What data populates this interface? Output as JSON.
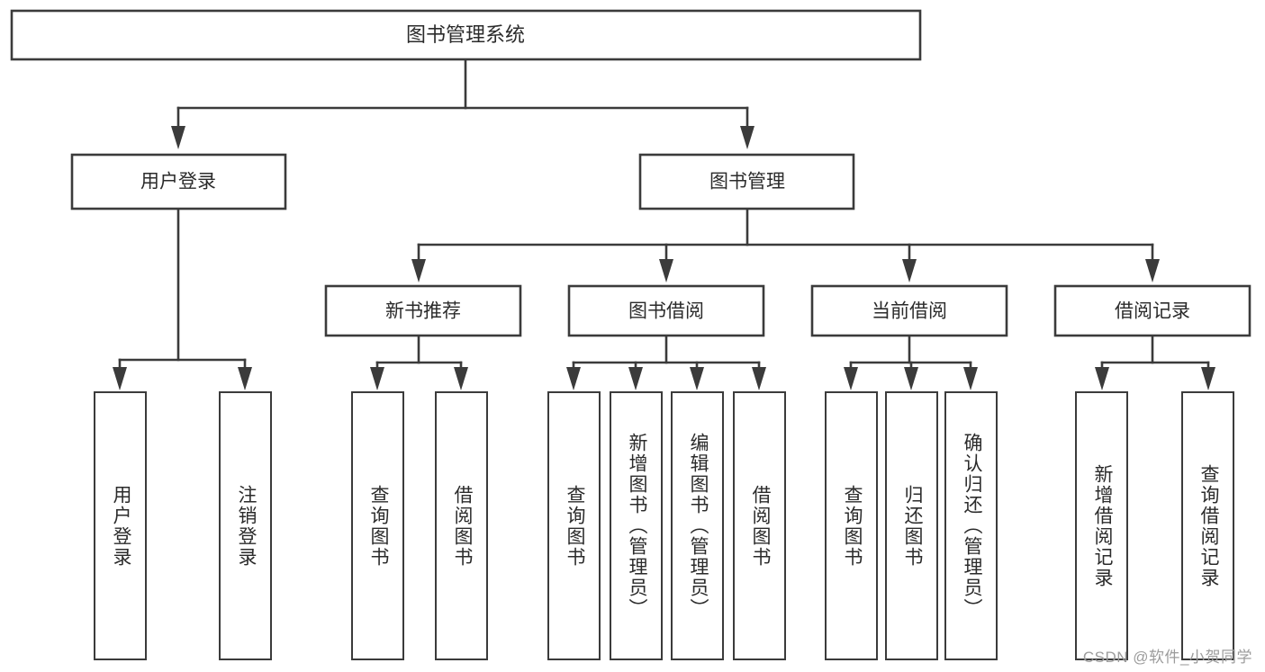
{
  "diagram": {
    "title": "图书管理系统",
    "watermark": "CSDN @软件_小贺同学",
    "type": "tree-hierarchy",
    "orientation": "top-down",
    "colors": {
      "box_stroke": "#3b3b3b",
      "box_fill": "#ffffff",
      "text": "#2b2b2b",
      "connector": "#3b3b3b",
      "watermark": "#9c9c9c",
      "background": "#ffffff"
    },
    "root": {
      "id": "root",
      "label": "图书管理系统"
    },
    "level2": [
      {
        "id": "user-login",
        "label": "用户登录"
      },
      {
        "id": "book-manage",
        "label": "图书管理"
      }
    ],
    "level3": [
      {
        "id": "new-book-recommend",
        "label": "新书推荐",
        "parent": "book-manage"
      },
      {
        "id": "book-borrow",
        "label": "图书借阅",
        "parent": "book-manage"
      },
      {
        "id": "current-borrow",
        "label": "当前借阅",
        "parent": "book-manage"
      },
      {
        "id": "borrow-record",
        "label": "借阅记录",
        "parent": "book-manage"
      }
    ],
    "leaves": [
      {
        "id": "leaf-user-login",
        "label": "用户登录",
        "parent": "user-login"
      },
      {
        "id": "leaf-user-logout",
        "label": "注销登录",
        "parent": "user-login"
      },
      {
        "id": "leaf-query-book-1",
        "label": "查询图书",
        "parent": "new-book-recommend"
      },
      {
        "id": "leaf-borrow-book-1",
        "label": "借阅图书",
        "parent": "new-book-recommend"
      },
      {
        "id": "leaf-query-book-2",
        "label": "查询图书",
        "parent": "book-borrow"
      },
      {
        "id": "leaf-add-book",
        "label": "新增图书（管理员）",
        "parent": "book-borrow"
      },
      {
        "id": "leaf-edit-book",
        "label": "编辑图书（管理员）",
        "parent": "book-borrow"
      },
      {
        "id": "leaf-borrow-book-2",
        "label": "借阅图书",
        "parent": "book-borrow"
      },
      {
        "id": "leaf-query-book-3",
        "label": "查询图书",
        "parent": "current-borrow"
      },
      {
        "id": "leaf-return-book",
        "label": "归还图书",
        "parent": "current-borrow"
      },
      {
        "id": "leaf-confirm-return",
        "label": "确认归还（管理员）",
        "parent": "current-borrow"
      },
      {
        "id": "leaf-add-record",
        "label": "新增借阅记录",
        "parent": "borrow-record"
      },
      {
        "id": "leaf-query-record",
        "label": "查询借阅记录",
        "parent": "borrow-record"
      }
    ]
  }
}
